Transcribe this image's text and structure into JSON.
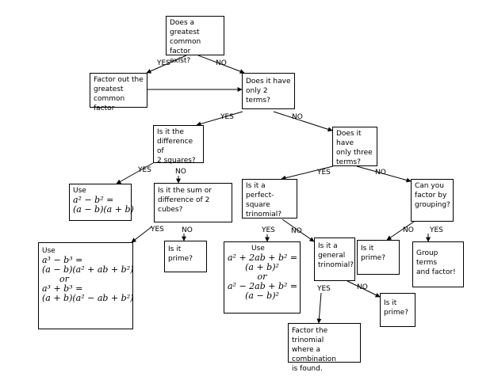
{
  "nodes": {
    "gcf_exists": "Does a greatest\ncommon factor\nexist?",
    "factor_out_gcf": "Factor out the\ngreatest common\nfactor",
    "two_terms": "Does it have\nonly 2 terms?",
    "diff_squares_q": "Is it the\ndifference of\n2 squares?",
    "three_terms": "Does it have\nonly three\nterms?",
    "use_diff_squares": {
      "use": "Use",
      "line1": "a² − b² =",
      "line2": "(a − b)(a + b)"
    },
    "sum_diff_cubes_q": "Is it the sum or\ndifference of 2 cubes?",
    "perfect_square_q": "Is it a\nperfect-square\ntrinomial?",
    "grouping_q": "Can you\nfactor by\ngrouping?",
    "use_cubes": {
      "use": "Use",
      "line1": "a³ − b³ =",
      "line2": "(a − b)(a² + ab + b²)",
      "or": "or",
      "line3": "a³ + b³ =",
      "line4": "(a + b)(a² − ab + b²)"
    },
    "prime_1": "Is it\nprime?",
    "use_perfect_square": {
      "use": "Use",
      "line1": "a² + 2ab + b² =",
      "line2": "(a + b)²",
      "or": "or",
      "line3": "a² − 2ab + b² =",
      "line4": "(a − b)²"
    },
    "general_trinomial_q": "Is it a\ngeneral\ntrinomial?",
    "prime_2": "Is it\nprime?",
    "group_terms": "Group terms\nand factor!",
    "prime_3": "Is it\nprime?",
    "factor_trinomial": "Factor the trinomial\nwhere a combination\nis found."
  },
  "labels": {
    "yes": "YES",
    "no": "NO"
  }
}
